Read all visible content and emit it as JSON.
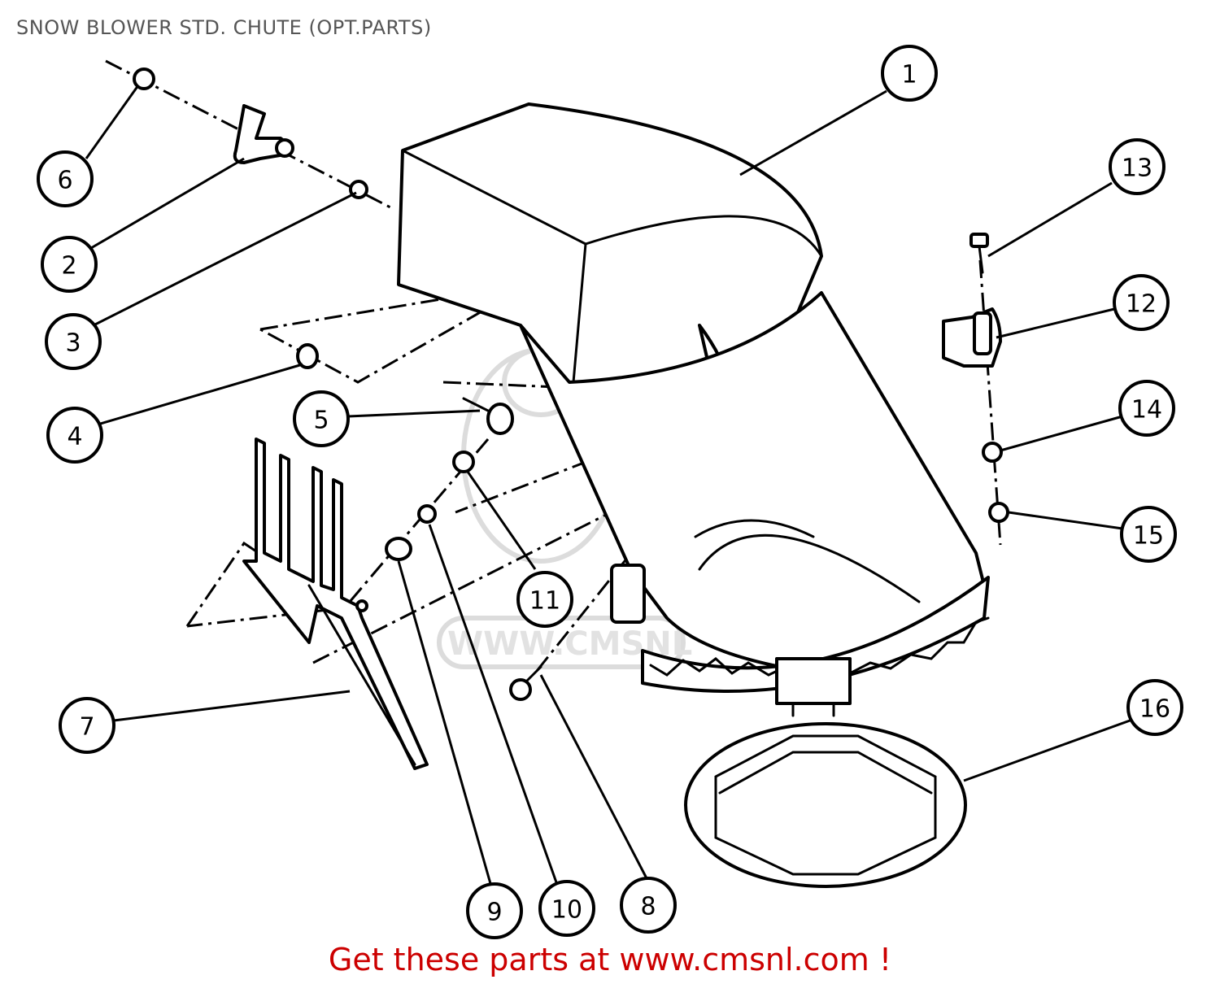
{
  "title": "SNOW BLOWER STD. CHUTE (OPT.PARTS)",
  "footer": "Get these parts at www.cmsnl.com !",
  "watermark": "WWW.CMSNL",
  "callouts": [
    "1",
    "2",
    "3",
    "4",
    "5",
    "6",
    "7",
    "8",
    "9",
    "10",
    "11",
    "12",
    "13",
    "14",
    "15",
    "16"
  ],
  "colors": {
    "footer": "#cc0000",
    "title": "#555555",
    "line": "#000000",
    "watermark": "#dcdcdc"
  }
}
